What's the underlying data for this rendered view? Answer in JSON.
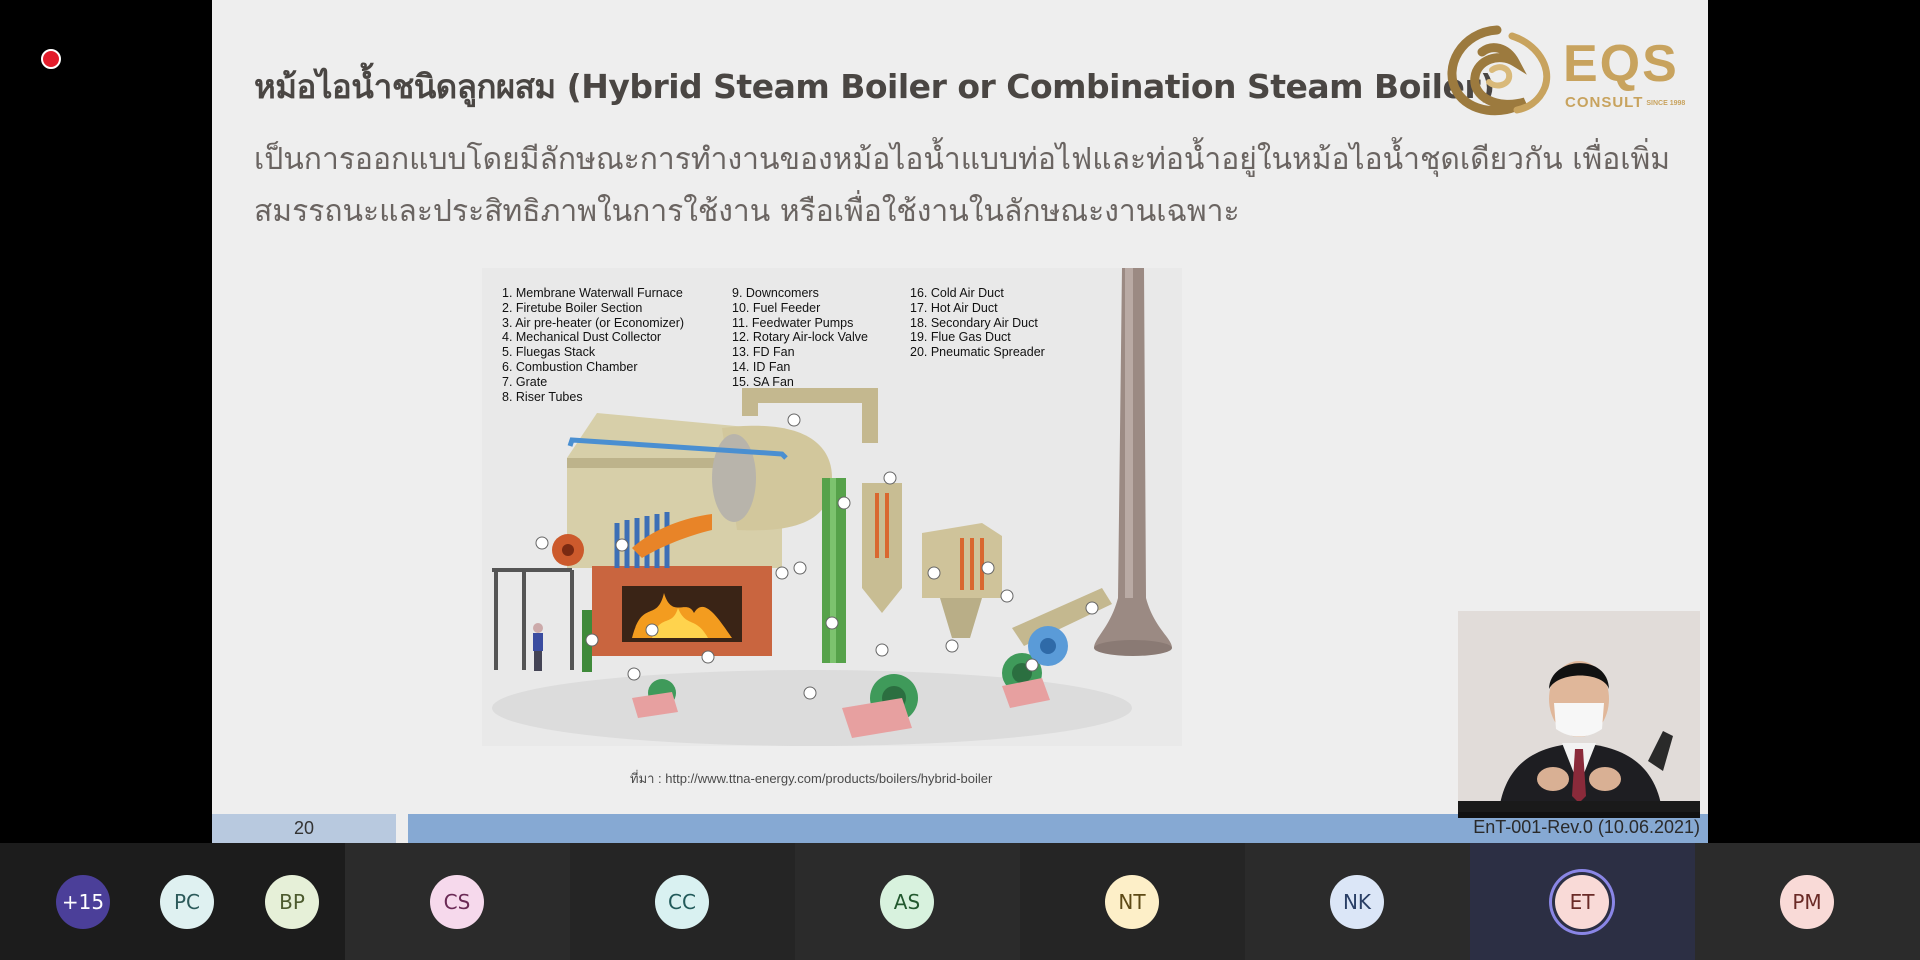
{
  "recording": {
    "icon": "record-icon"
  },
  "slide": {
    "title": "หม้อไอน้ำชนิดลูกผสม (Hybrid Steam Boiler or Combination Steam Boiler)",
    "body_line1": "เป็นการออกแบบโดยมีลักษณะการทำงานของหม้อไอน้ำแบบท่อไฟและท่อน้ำอยู่ในหม้อไอน้ำชุดเดียวกัน เพื่อเพิ่ม",
    "body_line2": "สมรรถนะและประสิทธิภาพในการใช้งาน หรือเพื่อใช้งานในลักษณะงานเฉพาะ",
    "logo": {
      "brand": "EQS",
      "subtitle": "CONSULT",
      "since": "SINCE 1998",
      "colors": {
        "gold": "#c8a35e"
      }
    },
    "legend": {
      "col1": [
        "1. Membrane Waterwall Furnace",
        "2. Firetube Boiler Section",
        "3. Air pre-heater (or Economizer)",
        "4. Mechanical Dust Collector",
        "5. Fluegas Stack",
        "6. Combustion Chamber",
        "7. Grate",
        "8. Riser Tubes"
      ],
      "col2": [
        "9. Downcomers",
        "10. Fuel Feeder",
        "11. Feedwater Pumps",
        "12. Rotary Air-lock Valve",
        "13. FD Fan",
        "14. ID Fan",
        "15. SA Fan"
      ],
      "col3": [
        "16. Cold Air Duct",
        "17. Hot Air Duct",
        "18. Secondary Air Duct",
        "19. Flue Gas Duct",
        "20. Pneumatic Spreader"
      ]
    },
    "source_note": "ที่มา : http://www.ttna-energy.com/products/boilers/hybrid-boiler",
    "page_number": "20",
    "doc_code": "EnT-001-Rev.0 (10.06.2021)"
  },
  "participants": [
    {
      "initials": "+15",
      "bg": "#4b3f99",
      "fg": "#ffffff"
    },
    {
      "initials": "PC",
      "bg": "#dff1f1",
      "fg": "#2c5a5a"
    },
    {
      "initials": "BP",
      "bg": "#e6f0d8",
      "fg": "#4c5a2e"
    },
    {
      "initials": "CS",
      "bg": "#f6d9ec",
      "fg": "#6a2a55"
    },
    {
      "initials": "CC",
      "bg": "#d9f1f1",
      "fg": "#225a5a"
    },
    {
      "initials": "AS",
      "bg": "#d8f2de",
      "fg": "#23592f"
    },
    {
      "initials": "NT",
      "bg": "#fdefc8",
      "fg": "#5e4a16"
    },
    {
      "initials": "NK",
      "bg": "#dbe6f7",
      "fg": "#2a3f66"
    },
    {
      "initials": "ET",
      "bg": "#f9dad7",
      "fg": "#6a2a26"
    },
    {
      "initials": "PM",
      "bg": "#f9dad7",
      "fg": "#6a2a26"
    }
  ]
}
